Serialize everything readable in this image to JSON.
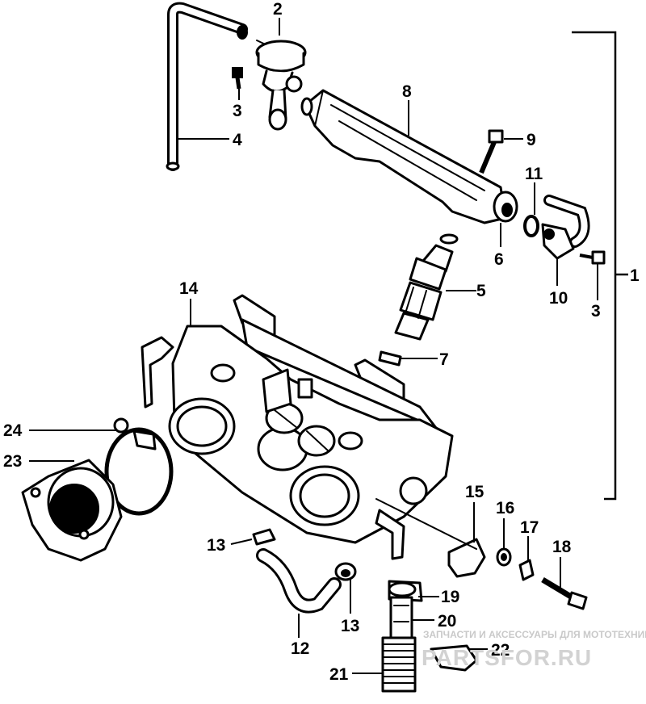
{
  "callouts": [
    {
      "id": "1",
      "text": "1"
    },
    {
      "id": "2",
      "text": "2"
    },
    {
      "id": "3a",
      "text": "3"
    },
    {
      "id": "3b",
      "text": "3"
    },
    {
      "id": "4",
      "text": "4"
    },
    {
      "id": "5",
      "text": "5"
    },
    {
      "id": "6",
      "text": "6"
    },
    {
      "id": "7",
      "text": "7"
    },
    {
      "id": "8",
      "text": "8"
    },
    {
      "id": "9",
      "text": "9"
    },
    {
      "id": "10",
      "text": "10"
    },
    {
      "id": "11",
      "text": "11"
    },
    {
      "id": "12",
      "text": "12"
    },
    {
      "id": "13a",
      "text": "13"
    },
    {
      "id": "13b",
      "text": "13"
    },
    {
      "id": "14",
      "text": "14"
    },
    {
      "id": "15",
      "text": "15"
    },
    {
      "id": "16",
      "text": "16"
    },
    {
      "id": "17",
      "text": "17"
    },
    {
      "id": "18",
      "text": "18"
    },
    {
      "id": "19",
      "text": "19"
    },
    {
      "id": "20",
      "text": "20"
    },
    {
      "id": "21",
      "text": "21"
    },
    {
      "id": "22",
      "text": "22"
    },
    {
      "id": "23",
      "text": "23"
    },
    {
      "id": "24",
      "text": "24"
    }
  ],
  "watermark": {
    "tagline": "ЗАПЧАСТИ И АКСЕССУАРЫ ДЛЯ МОТОТЕХНИКИ",
    "brand": "PARTSFOR.RU"
  }
}
